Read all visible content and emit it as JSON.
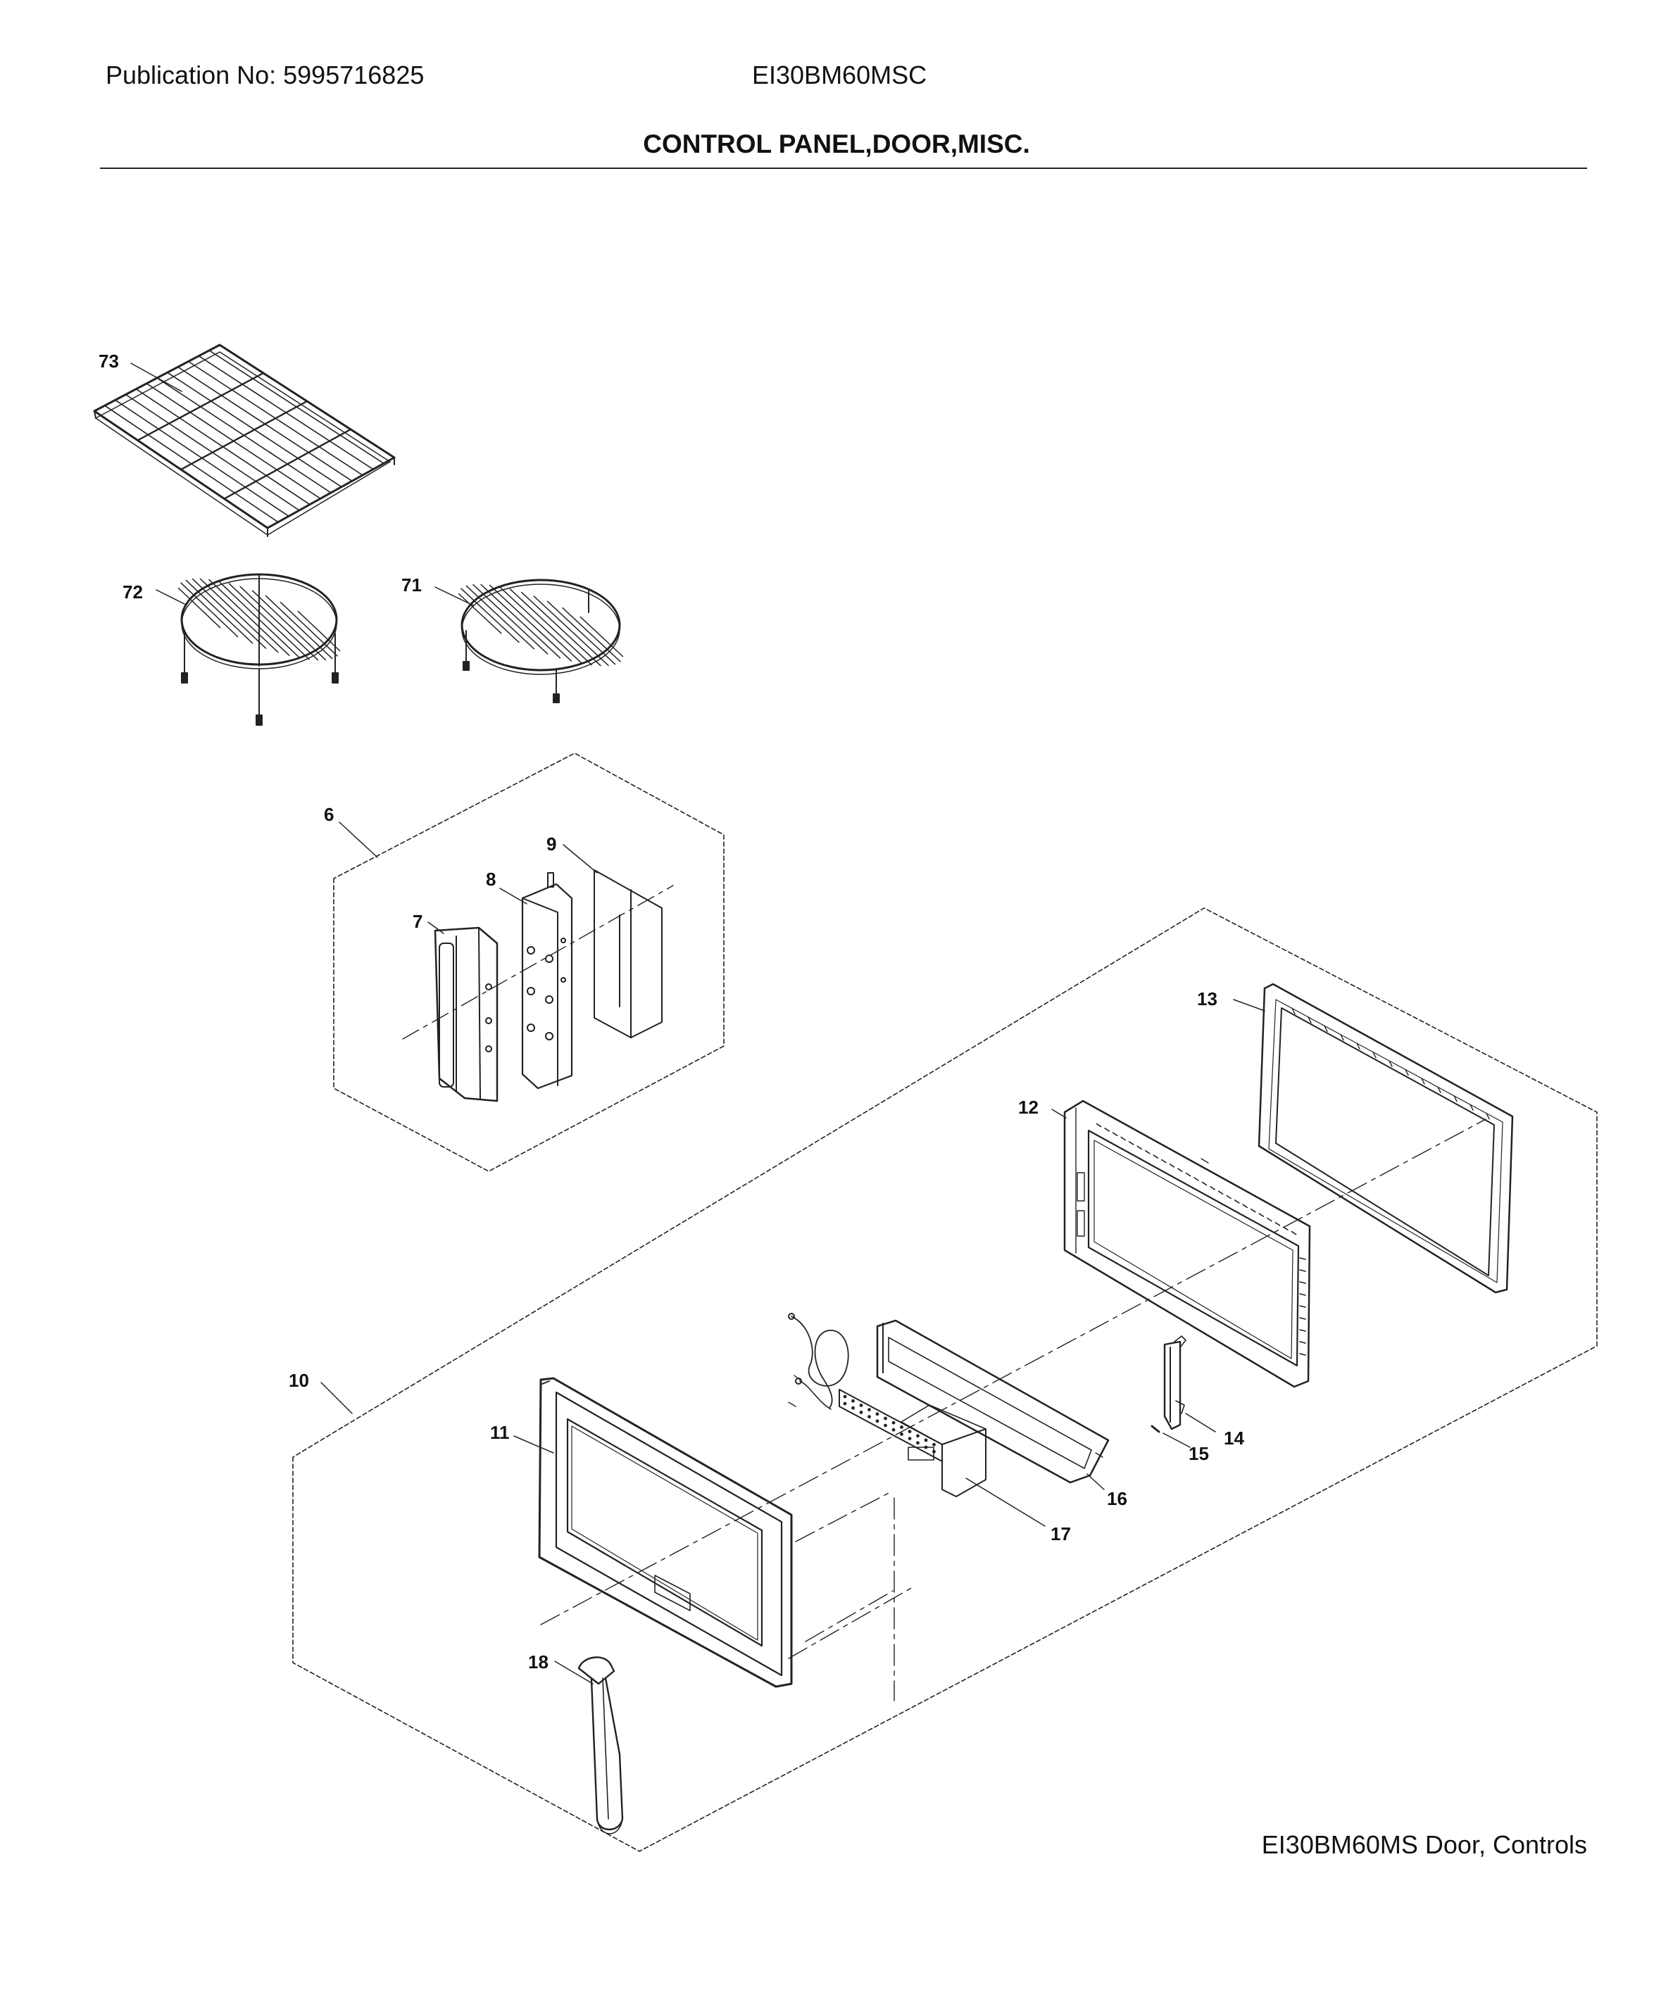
{
  "header": {
    "publication": "Publication No: 5995716825",
    "model": "EI30BM60MSC",
    "title": "CONTROL PANEL,DOOR,MISC."
  },
  "footer": {
    "caption": "EI30BM60MS Door, Controls"
  },
  "callouts": {
    "c73": "73",
    "c72": "72",
    "c71": "71",
    "c6": "6",
    "c7": "7",
    "c8": "8",
    "c9": "9",
    "c10": "10",
    "c11": "11",
    "c12": "12",
    "c13": "13",
    "c14": "14",
    "c15": "15",
    "c16": "16",
    "c17": "17",
    "c18": "18"
  }
}
